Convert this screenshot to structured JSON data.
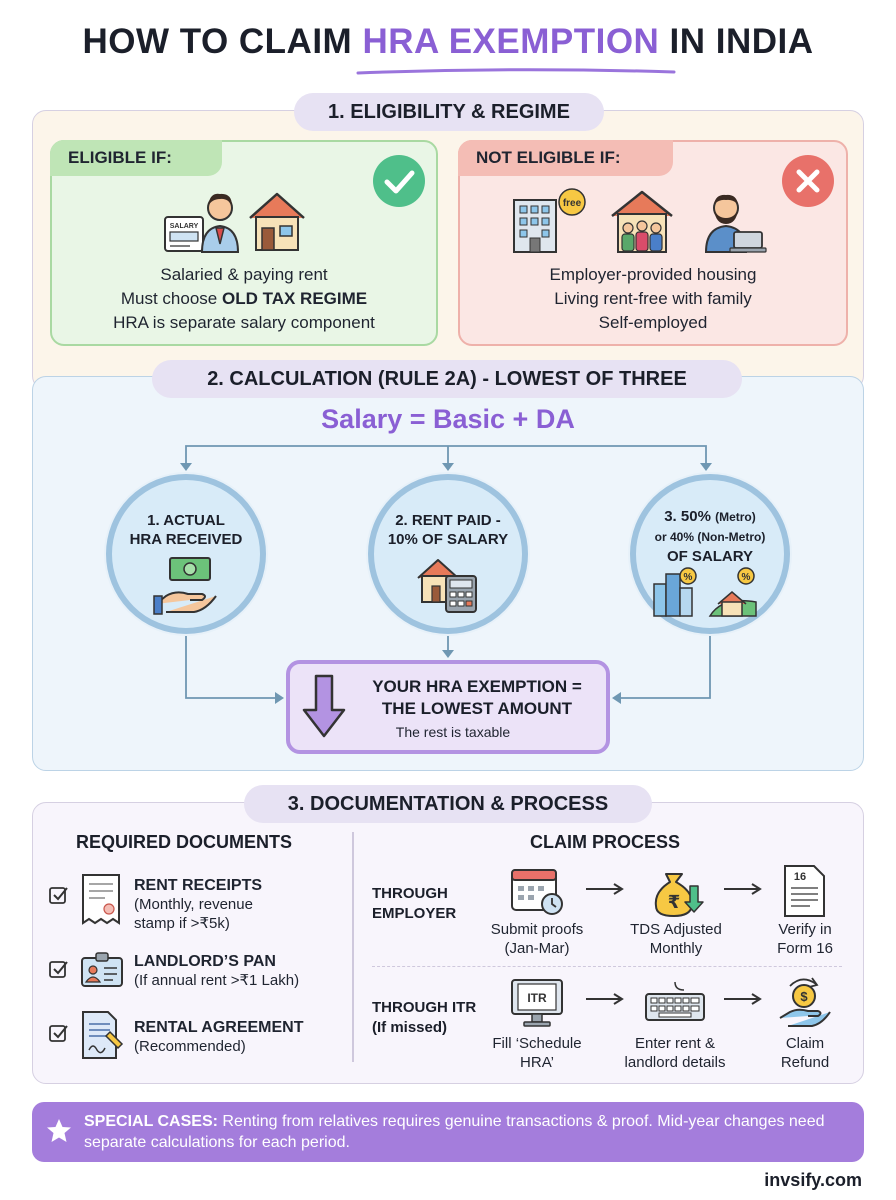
{
  "title": {
    "pre": "HOW TO CLAIM ",
    "highlight": "HRA EXEMPTION",
    "post": " IN INDIA"
  },
  "section1": {
    "heading": "1. ELIGIBILITY & REGIME",
    "eligible": {
      "tag": "ELIGIBLE IF:",
      "line1": "Salaried & paying rent",
      "line2_pre": "Must choose ",
      "line2_bold": "OLD TAX REGIME",
      "line3": "HRA is separate salary component",
      "salary_slip_text": "SALARY"
    },
    "not_eligible": {
      "tag": "NOT ELIGIBLE IF:",
      "line1": "Employer-provided housing",
      "line2": "Living rent-free with family",
      "line3": "Self-employed",
      "free_badge": "free"
    }
  },
  "section2": {
    "heading": "2. CALCULATION (RULE 2A) - LOWEST OF THREE",
    "formula": "Salary = Basic + DA",
    "options": [
      {
        "l1": "1. ACTUAL",
        "l2": "HRA RECEIVED"
      },
      {
        "l1": "2. RENT PAID -",
        "l2": "10% OF SALARY"
      },
      {
        "l1a": "3. 50% ",
        "l1b": "(Metro)",
        "l2a": "or 40% ",
        "l2b": "(Non-Metro)",
        "l3": "OF SALARY"
      }
    ],
    "result": {
      "line1": "YOUR HRA EXEMPTION =",
      "line2": "THE LOWEST AMOUNT",
      "sub": "The rest is taxable"
    }
  },
  "section3": {
    "heading": "3. DOCUMENTATION & PROCESS",
    "docs_heading": "REQUIRED DOCUMENTS",
    "docs": [
      {
        "title": "RENT RECEIPTS",
        "sub1": "(Monthly, revenue",
        "sub2": "stamp if >₹5k)"
      },
      {
        "title": "LANDLORD’S PAN",
        "sub1": "(If annual rent >₹1 Lakh)"
      },
      {
        "title": "RENTAL AGREEMENT",
        "sub1": "(Recommended)"
      }
    ],
    "process_heading": "CLAIM PROCESS",
    "employer": {
      "label1": "THROUGH",
      "label2": "EMPLOYER",
      "steps": [
        {
          "l1": "Submit proofs",
          "l2": "(Jan-Mar)"
        },
        {
          "l1": "TDS Adjusted",
          "l2": "Monthly"
        },
        {
          "l1": "Verify in",
          "l2": "Form 16"
        }
      ],
      "form_number": "16"
    },
    "itr": {
      "label1": "THROUGH ITR",
      "label2": "(If missed)",
      "steps": [
        {
          "l1": "Fill ‘Schedule",
          "l2": "HRA’"
        },
        {
          "l1": "Enter rent &",
          "l2": "landlord details"
        },
        {
          "l1": "Claim",
          "l2": "Refund"
        }
      ],
      "monitor_text": "ITR"
    }
  },
  "special": {
    "bold": "SPECIAL CASES:",
    "text": " Renting from relatives requires genuine transactions & proof. Mid-year changes need separate calculations for each period."
  },
  "brand": "invsify.com",
  "colors": {
    "accent": "#8a5fd4",
    "eligible": "#4fbf8a",
    "not_eligible": "#e8716a"
  }
}
